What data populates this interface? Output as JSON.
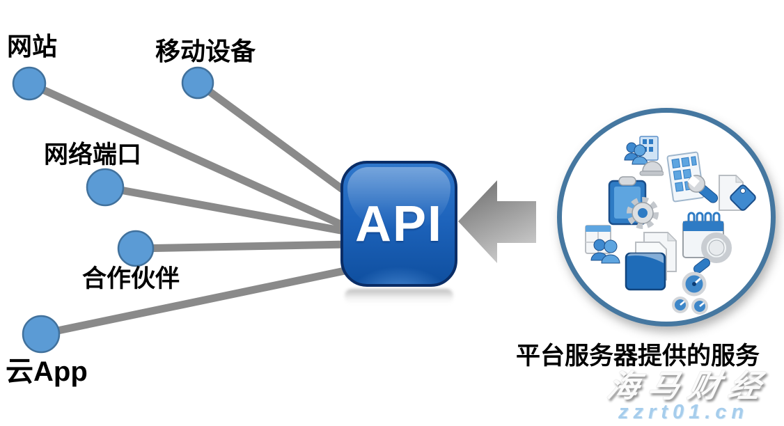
{
  "diagram": {
    "api": {
      "label": "API"
    },
    "clients": [
      {
        "id": "website",
        "label": "网站"
      },
      {
        "id": "mobile-device",
        "label": "移动设备"
      },
      {
        "id": "network-port",
        "label": "网络端口"
      },
      {
        "id": "partners",
        "label": "合作伙伴"
      },
      {
        "id": "cloud-app",
        "label": "云App"
      }
    ],
    "platform": {
      "caption": "平台服务器提供的服务",
      "icons": [
        "users-service-icon",
        "building-tools-icon",
        "document-tag-icon",
        "clipboard-gear-icon",
        "calendar-search-icon",
        "people-window-icon",
        "folder-documents-icon",
        "gauges-icon"
      ]
    },
    "colors": {
      "node_fill": "#5b9bd5",
      "node_border": "#41719c",
      "connector_gray": "#8a8a8a",
      "api_blue": "#1d63bb",
      "api_border": "#0a2d66",
      "arrow_gray": "#9a9a9a",
      "ring_blue": "#4577a0"
    }
  },
  "watermark": {
    "brand": "海马财经",
    "site": "zzrt01.cn"
  }
}
